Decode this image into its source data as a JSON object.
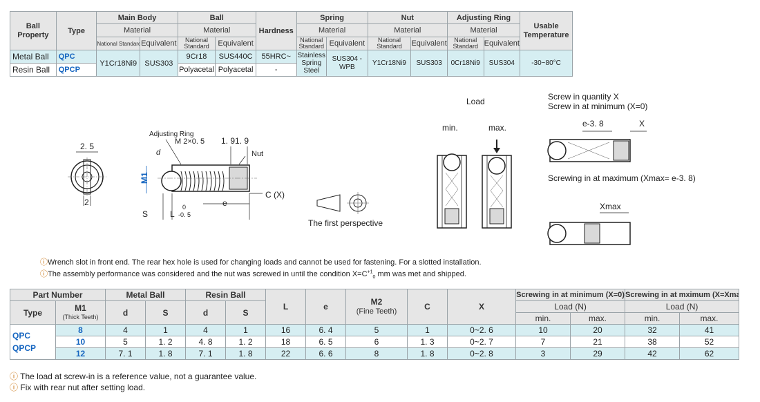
{
  "top_table": {
    "headers": {
      "ball_property": "Ball Property",
      "type": "Type",
      "main_body": "Main Body",
      "ball": "Ball",
      "hardness": "Hardness",
      "spring": "Spring",
      "nut": "Nut",
      "adjusting_ring": "Adjusting Ring",
      "usable_temperature": "Usable Temperature",
      "material": "Material",
      "national_standard": "National Standard",
      "national_standard_short": "National Standard",
      "equivalent": "Equivalent"
    },
    "rows": [
      {
        "property": "Metal Ball",
        "type": "QPC",
        "main_ns": "Y1Cr18Ni9",
        "main_eq": "SUS303",
        "ball_ns": "9Cr18",
        "ball_eq": "SUS440C",
        "hardness": "55HRC~",
        "spring_ns": "Stainless Spring Steel",
        "spring_eq": "SUS304 -WPB",
        "nut_ns": "Y1Cr18Ni9",
        "nut_eq": "SUS303",
        "ring_ns": "0Cr18Ni9",
        "ring_eq": "SUS304",
        "temp": "-30~80°C"
      },
      {
        "property": "Resin Ball",
        "type": "QPCP",
        "ball_ns": "Polyacetal",
        "ball_eq": "Polyacetal",
        "hardness": "-"
      }
    ]
  },
  "diagram": {
    "dim_2_5": "2. 5",
    "dim_2": "2",
    "adjusting_ring": "Adjusting Ring",
    "m2": "M 2×0. 5",
    "dim_1_9": "1. 91. 9",
    "nut": "Nut",
    "m1": "M1",
    "d": "d",
    "cx": "C (X)",
    "e": "e",
    "s": "S",
    "l": "L",
    "tol_top": "0",
    "tol_bottom": "-0. 5",
    "first_perspective": "The first perspective",
    "load": "Load",
    "min": "min.",
    "max": "max.",
    "screw_qty": "Screw in quantity X",
    "screw_min": "Screw in at minimum (X=0)",
    "e_minus": "e-3. 8",
    "x": "X",
    "screw_max": "Screwing in at maximum (Xmax= e-3. 8)",
    "xmax": "Xmax"
  },
  "notes": {
    "n1": "Wrench slot in front end.  The rear hex hole is used for changing loads and cannot be used for fastening.  For a slotted installation.",
    "n2": "The assembly performance was considered and the nut was screwed in until the condition X=C",
    "n2_sup": "+1",
    "n2_sub": "0",
    "n2_end": " mm was met and shipped."
  },
  "bottom_table": {
    "headers": {
      "part_number": "Part Number",
      "type": "Type",
      "m1": "M1",
      "thick_teeth": "(Thick Teeth)",
      "metal_ball": "Metal Ball",
      "resin_ball": "Resin Ball",
      "d": "d",
      "s": "S",
      "l": "L",
      "e": "e",
      "m2": "M2",
      "fine_teeth": "(Fine Teeth)",
      "c": "C",
      "x": "X",
      "screw_min": "Screwing in at minimum (X=0)",
      "screw_max": "Screwing in at mximum (X=Xmax)",
      "load": "Load (N)",
      "min": "min.",
      "max": "max."
    },
    "types": [
      "QPC",
      "QPCP"
    ],
    "rows": [
      {
        "m1": "8",
        "md": "4",
        "ms": "1",
        "rd": "4",
        "rs": "1",
        "l": "16",
        "e": "6. 4",
        "m2": "5",
        "c": "1",
        "x": "0~2. 6",
        "a_min": "10",
        "a_max": "20",
        "b_min": "32",
        "b_max": "41"
      },
      {
        "m1": "10",
        "md": "5",
        "ms": "1. 2",
        "rd": "4. 8",
        "rs": "1. 2",
        "l": "18",
        "e": "6. 5",
        "m2": "6",
        "c": "1. 3",
        "x": "0~2. 7",
        "a_min": "7",
        "a_max": "21",
        "b_min": "38",
        "b_max": "52"
      },
      {
        "m1": "12",
        "md": "7. 1",
        "ms": "1. 8",
        "rd": "7. 1",
        "rs": "1. 8",
        "l": "22",
        "e": "6. 6",
        "m2": "8",
        "c": "1. 8",
        "x": "0~2. 8",
        "a_min": "3",
        "a_max": "29",
        "b_min": "42",
        "b_max": "62"
      }
    ]
  },
  "footnotes": {
    "f1": "The load at screw-in is a reference value, not a guarantee value.",
    "f2": "Fix with rear nut after setting load."
  },
  "colors": {
    "accent": "#1565c0",
    "note_icon": "#c66a00",
    "row_blue": "#d6eef2",
    "header": "#e6e6e6"
  }
}
